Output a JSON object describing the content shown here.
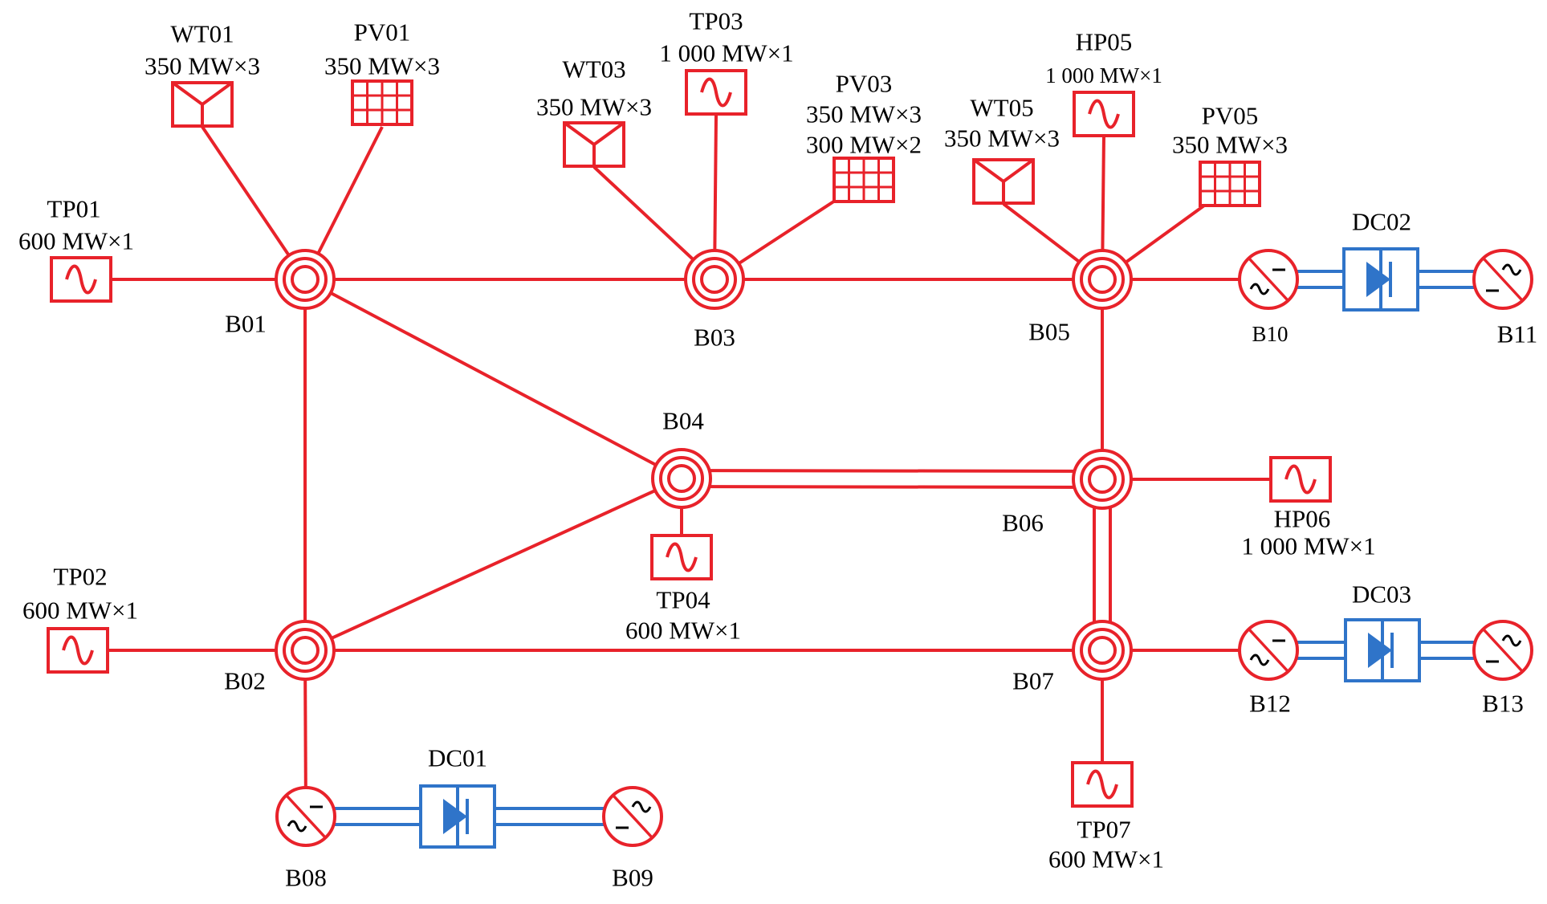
{
  "colors": {
    "ac": "#e8222a",
    "dc": "#2f74c9",
    "background": "#ffffff",
    "text": "#000000"
  },
  "generators": {
    "wt01": {
      "name": "WT01",
      "rating": "350 MW×3",
      "icon": "wind-turbine-icon"
    },
    "pv01": {
      "name": "PV01",
      "rating": "350 MW×3",
      "icon": "solar-panel-icon"
    },
    "tp01": {
      "name": "TP01",
      "rating": "600 MW×1",
      "icon": "ac-generator-icon"
    },
    "wt03": {
      "name": "WT03",
      "rating": "350 MW×3",
      "icon": "wind-turbine-icon"
    },
    "tp03": {
      "name": "TP03",
      "rating": "1 000 MW×1",
      "icon": "ac-generator-icon"
    },
    "pv03": {
      "name": "PV03",
      "rating": "350 MW×3",
      "rating2": "300 MW×2",
      "icon": "solar-panel-icon"
    },
    "wt05": {
      "name": "WT05",
      "rating": "350 MW×3",
      "icon": "wind-turbine-icon"
    },
    "hp05": {
      "name": "HP05",
      "rating": "1 000 MW×1",
      "icon": "ac-generator-icon"
    },
    "pv05": {
      "name": "PV05",
      "rating": "350 MW×3",
      "icon": "solar-panel-icon"
    },
    "tp02": {
      "name": "TP02",
      "rating": "600 MW×1",
      "icon": "ac-generator-icon"
    },
    "tp04": {
      "name": "TP04",
      "rating": "600 MW×1",
      "icon": "ac-generator-icon"
    },
    "hp06": {
      "name": "HP06",
      "rating": "1 000 MW×1",
      "icon": "ac-generator-icon"
    },
    "tp07": {
      "name": "TP07",
      "rating": "600 MW×1",
      "icon": "ac-generator-icon"
    }
  },
  "buses": {
    "b01": "B01",
    "b02": "B02",
    "b03": "B03",
    "b04": "B04",
    "b05": "B05",
    "b06": "B06",
    "b07": "B07",
    "b08": "B08",
    "b09": "B09",
    "b10": "B10",
    "b11": "B11",
    "b12": "B12",
    "b13": "B13"
  },
  "dc_links": {
    "dc01": "DC01",
    "dc02": "DC02",
    "dc03": "DC03"
  }
}
